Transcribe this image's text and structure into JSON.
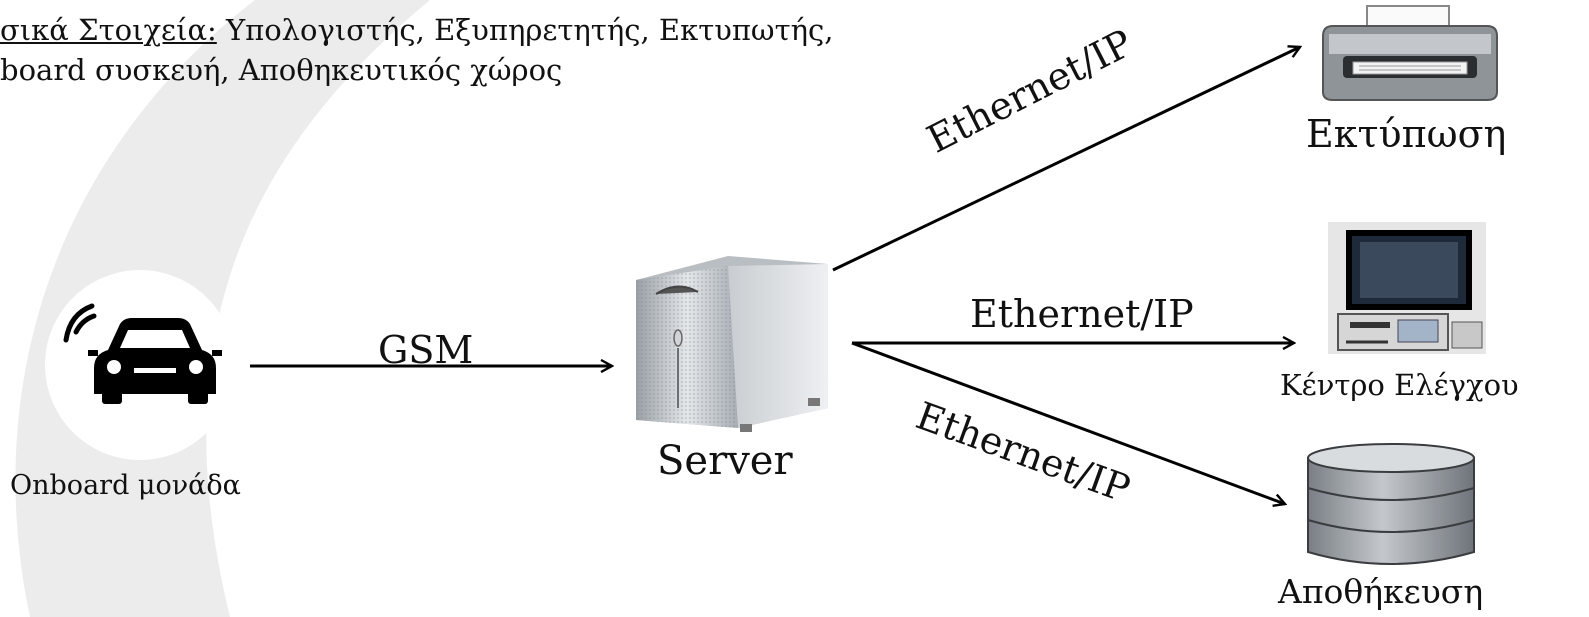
{
  "header": {
    "line1_label": "σικά Στοιχεία:",
    "line1_rest": " Υπολογιστής, Εξυπηρετητής, Εκτυπωτής,",
    "line2": "board συσκευή,  Αποθηκευτικός χώρος"
  },
  "nodes": {
    "onboard": "Onboard μονάδα",
    "server": "Server",
    "printer": "Εκτύπωση",
    "control": "Κέντρο Ελέγχου",
    "storage": "Αποθήκευση"
  },
  "links": {
    "gsm": "GSM",
    "to_printer": "Ethernet/IP",
    "to_control": "Ethernet/IP",
    "to_storage": "Ethernet/IP"
  },
  "colors": {
    "background_arc": "#e9e9e9",
    "line": "#000000"
  }
}
